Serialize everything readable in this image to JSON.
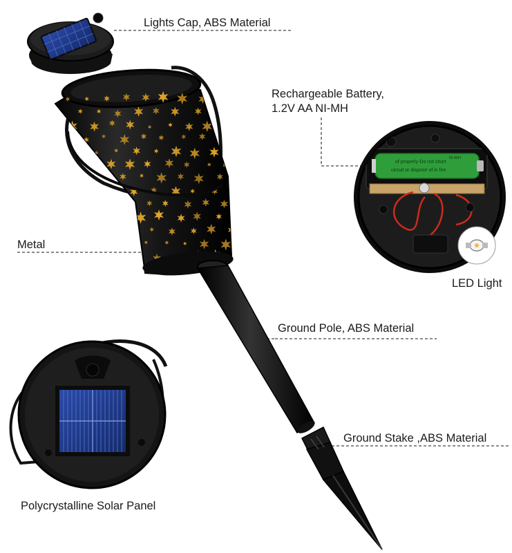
{
  "labels": {
    "lights_cap": "Lights Cap, ABS Material",
    "battery_line1": "Rechargeable Battery,",
    "battery_line2": "1.2V  AA  NI-MH",
    "metal": "Metal",
    "led_light": "LED Light",
    "ground_pole": "Ground Pole, ABS Material",
    "ground_stake": "Ground Stake ,ABS Material",
    "solar_panel": "Polycrystalline Solar Panel"
  },
  "battery_print": {
    "line1": "of properly-Do not short",
    "line2": "circuit or dispose of in fire",
    "brand": "Ni-MH"
  },
  "colors": {
    "body_black": "#111111",
    "star_gold": "#e0a528",
    "solar_blue": "#1f3a8a",
    "battery_green": "#2f9e3a",
    "wire_red": "#cc2b1d"
  }
}
